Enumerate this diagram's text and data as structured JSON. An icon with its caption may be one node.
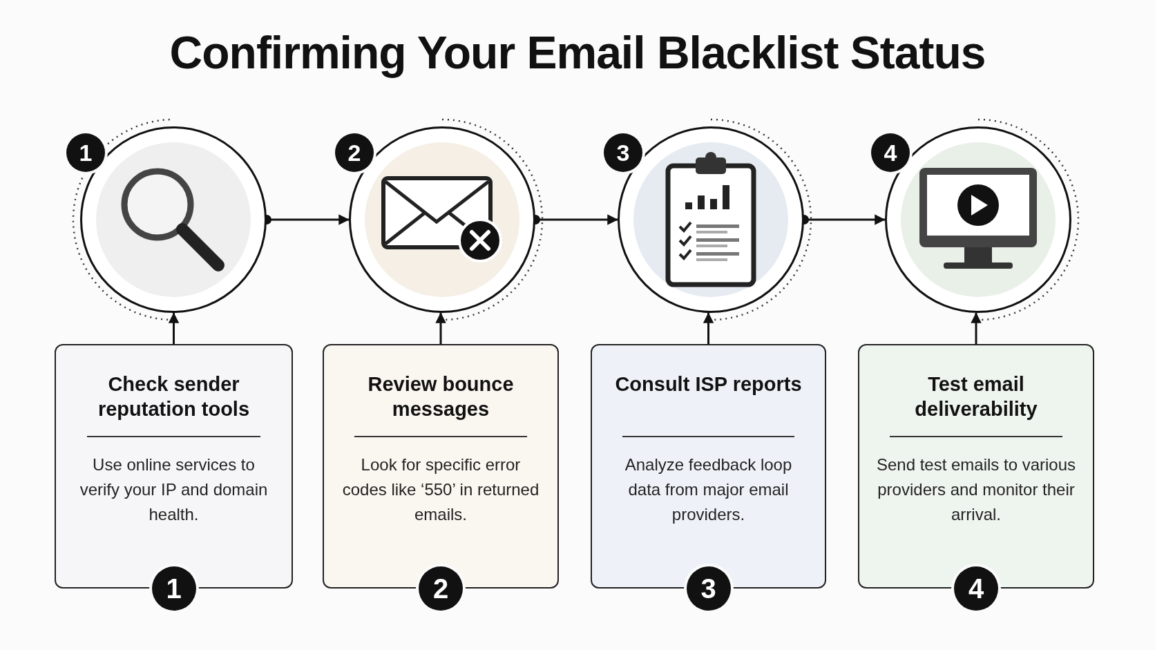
{
  "diagram": {
    "title": "Confirming Your Email Blacklist Status",
    "nodes": [
      {
        "text": [],
        "shape": "circle"
      },
      {
        "text": [],
        "shape": "circle"
      },
      {
        "text": [],
        "shape": "circle"
      },
      {
        "text": [],
        "shape": "circle"
      },
      {
        "text": [
          "Check sender reputation tools",
          "Use online services to verify your IP and domain health."
        ]
      },
      {
        "text": [
          "Review bounce messages",
          "Look for specific error codes like ‘550’ in returned emails."
        ]
      },
      {
        "text": [
          "Consult ISP reports",
          "Analyze feedback loop data from major email providers."
        ]
      },
      {
        "text": [
          "Test email deliverability",
          "Send test emails to various providers and monitor their arrival."
        ]
      }
    ],
    "edges": [
      {
        "from": 0,
        "to": 1,
        "arrow": "to"
      },
      {
        "from": 1,
        "to": 2,
        "arrow": "to"
      },
      {
        "from": 2,
        "to": 3,
        "arrow": "to"
      },
      {
        "from": 4,
        "to": 0,
        "arrow": "to"
      },
      {
        "from": 5,
        "to": 1,
        "arrow": "to"
      },
      {
        "from": 6,
        "to": 2,
        "arrow": "to"
      },
      {
        "from": 7,
        "to": 3,
        "arrow": "to"
      }
    ],
    "labels": [
      "1",
      "2",
      "3",
      "4",
      "1",
      "2",
      "3",
      "4"
    ]
  }
}
